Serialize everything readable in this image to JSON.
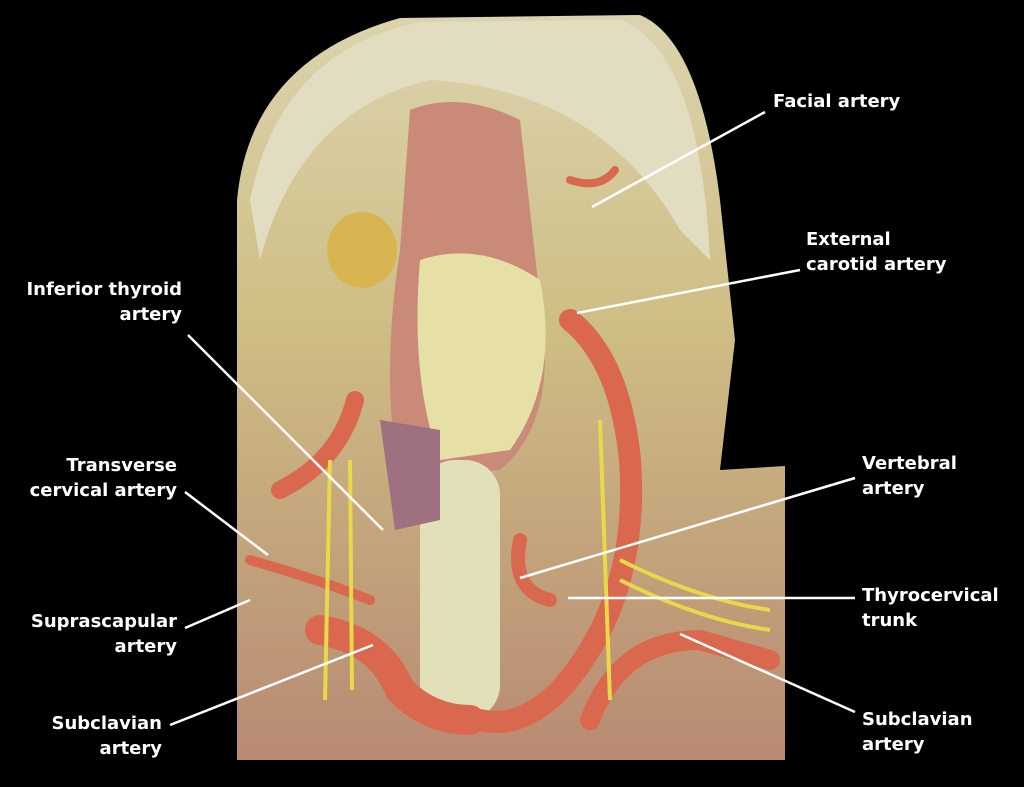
{
  "labels": {
    "facial": [
      "Facial artery"
    ],
    "external_carotid": [
      "External",
      "carotid artery"
    ],
    "inferior_thyroid": [
      "Inferior thyroid",
      "artery"
    ],
    "transverse_cervical": [
      "Transverse",
      "cervical artery"
    ],
    "suprascapular": [
      "Suprascapular",
      "artery"
    ],
    "subclavian_left": [
      "Subclavian",
      "artery"
    ],
    "vertebral": [
      "Vertebral",
      "artery"
    ],
    "thyrocervical": [
      "Thyrocervical",
      "trunk"
    ],
    "subclavian_right": [
      "Subclavian",
      "artery"
    ]
  },
  "colors": {
    "background": "#000000",
    "artery": "#d9684e",
    "nerve": "#e8d84a",
    "tissue": "#d9c99a",
    "muscle": "#c98a78",
    "label": "#ffffff"
  }
}
